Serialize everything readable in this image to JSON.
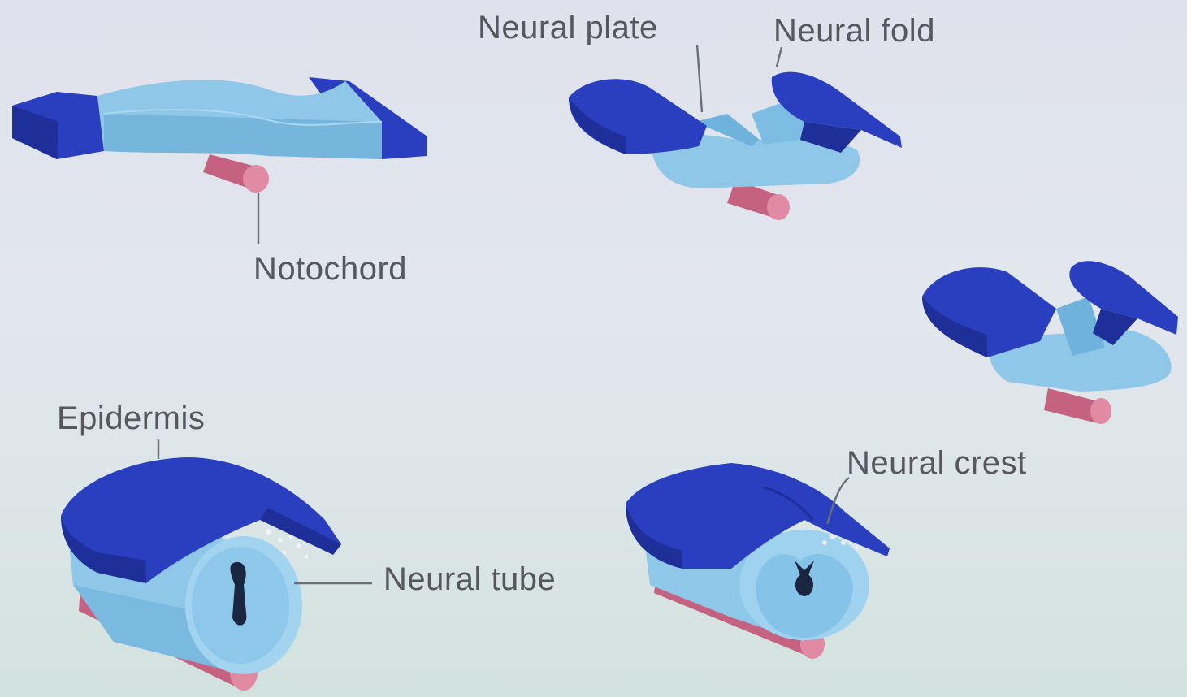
{
  "labels": {
    "neural_plate": "Neural plate",
    "neural_fold": "Neural fold",
    "notochord": "Notochord",
    "epidermis": "Epidermis",
    "neural_tube": "Neural tube",
    "neural_crest": "Neural crest"
  },
  "colors": {
    "epidermis": "#2a3fbf",
    "epidermis_dark": "#1f2f9a",
    "neural_tissue": "#8ec7e8",
    "neural_tissue_dark": "#5fa3cc",
    "notochord": "#cf6a8a",
    "notochord_end": "#e08aa3",
    "lumen": "#1b2740",
    "leader_line": "#6a6f78"
  }
}
